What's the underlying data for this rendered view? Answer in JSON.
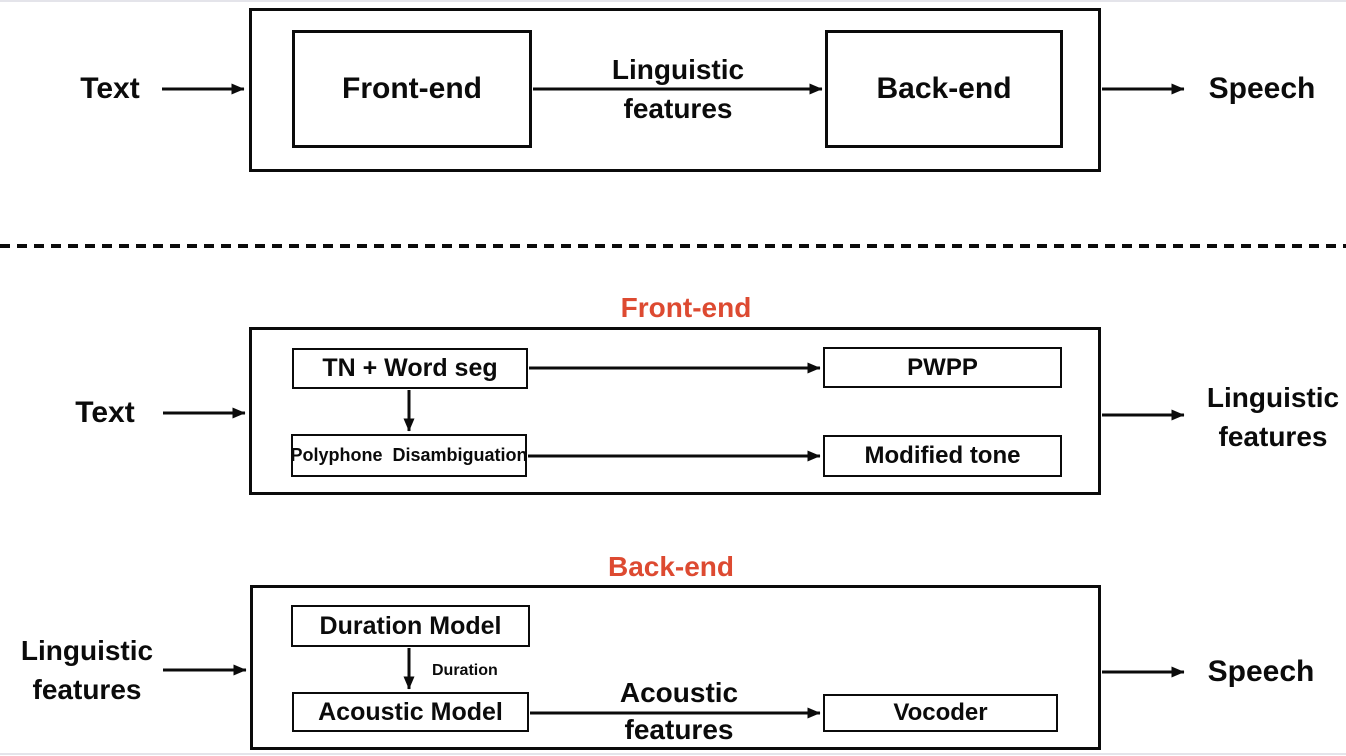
{
  "colors": {
    "accent_red": "#dd4a31",
    "ink": "#0b0b0b",
    "background": "#ffffff"
  },
  "overview": {
    "input_label": "Text",
    "front_end_box": "Front-end",
    "edge_label": {
      "line1": "Linguistic",
      "line2": "features"
    },
    "back_end_box": "Back-end",
    "output_label": "Speech"
  },
  "front_end_detail": {
    "title": "Front-end",
    "input_label": "Text",
    "boxes": {
      "tn_word_seg": "TN + Word seg",
      "polyphone_disambiguation": "Polyphone  Disambiguation",
      "pwpp": "PWPP",
      "modified_tone": "Modified tone"
    },
    "output_label": {
      "line1": "Linguistic",
      "line2": "features"
    }
  },
  "back_end_detail": {
    "title": "Back-end",
    "input_label": {
      "line1": "Linguistic",
      "line2": "features"
    },
    "boxes": {
      "duration_model": "Duration Model",
      "acoustic_model": "Acoustic Model",
      "vocoder": "Vocoder"
    },
    "edge_labels": {
      "duration": "Duration",
      "acoustic_features": {
        "line1": "Acoustic",
        "line2": "features"
      }
    },
    "output_label": "Speech"
  }
}
